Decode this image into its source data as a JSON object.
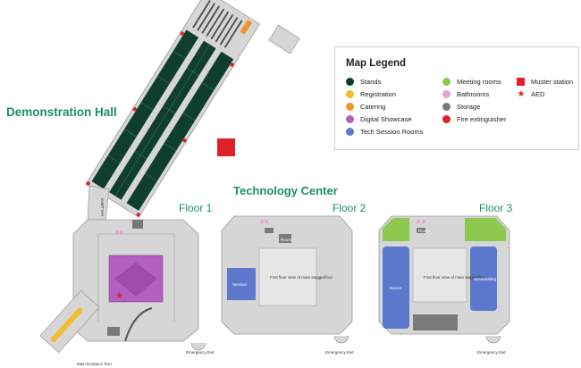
{
  "titles": {
    "demo_hall": "Demonstration Hall",
    "tech_center": "Technology Center"
  },
  "floors": [
    "Floor 1",
    "Floor 2",
    "Floor 3"
  ],
  "legend": {
    "title": "Map Legend",
    "items": [
      {
        "label": "Stands",
        "color": "#0f3d2e",
        "shape": "circle"
      },
      {
        "label": "Registration",
        "color": "#f2bd2f",
        "shape": "circle"
      },
      {
        "label": "Catering",
        "color": "#f0952a",
        "shape": "circle"
      },
      {
        "label": "Digital Showcase",
        "color": "#b25fc0",
        "shape": "circle"
      },
      {
        "label": "Tech Session Rooms",
        "color": "#5b78cc",
        "shape": "circle"
      },
      {
        "label": "Meeting rooms",
        "color": "#8cc94e",
        "shape": "circle"
      },
      {
        "label": "Bathrooms",
        "color": "#e9a2cd",
        "shape": "circle"
      },
      {
        "label": "Storage",
        "color": "#7a7a7a",
        "shape": "circle"
      },
      {
        "label": "Fire extinguisher",
        "color": "#e0202a",
        "shape": "circle"
      },
      {
        "label": "Muster station",
        "color": "#e0202a",
        "shape": "square"
      },
      {
        "label": "AED",
        "color": "#e0202a",
        "shape": "star"
      }
    ]
  },
  "labels": {
    "hallway": "HALLWAY",
    "emergency_exit": "Emergency Exit",
    "main_entrance": "Main Entrance Tent",
    "floor2_central": "First floor view of main staggerfloor",
    "floor3_central": "First floor view of main staggerfloor",
    "floor2_room": "Room",
    "floor2_session": "Session",
    "floor3_left": "Dance",
    "floor3_right": "Breakfasting",
    "floor3_top_mid": "Room"
  },
  "colors": {
    "floor_grey": "#d6d6d6",
    "outline": "#9a9a9a",
    "stand_green": "#0f3d2e",
    "brand_green": "#1a9160"
  }
}
